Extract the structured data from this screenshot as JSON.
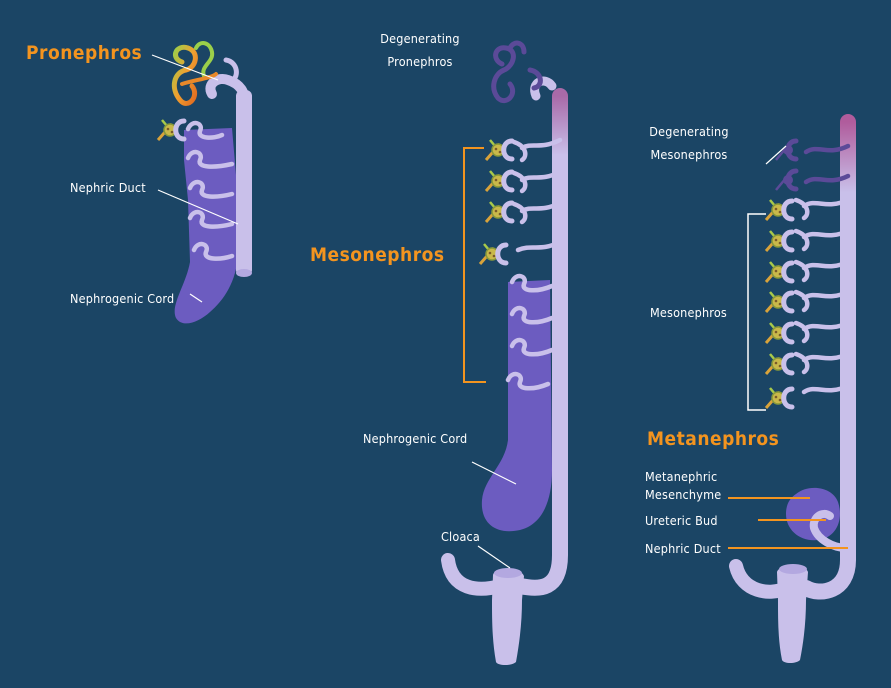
{
  "colors": {
    "background": "#1b4565",
    "duct": "#c9c0ea",
    "duct_edge": "#9f92d6",
    "cord": "#6c5cc0",
    "degenerating": "#5b4a98",
    "orange": "#f3941f",
    "label": "#ffffff"
  },
  "panel1": {
    "title": "Pronephros",
    "nephric_duct": "Nephric Duct",
    "nephrogenic_cord": "Nephrogenic Cord"
  },
  "panel2": {
    "degenerating_line1": "Degenerating",
    "degenerating_line2": "Pronephros",
    "title": "Mesonephros",
    "nephrogenic_cord": "Nephrogenic Cord",
    "cloaca": "Cloaca"
  },
  "panel3": {
    "degenerating_line1": "Degenerating",
    "degenerating_line2": "Mesonephros",
    "mesonephros": "Mesonephros",
    "title": "Metanephros",
    "metanephric_line1": "Metanephric",
    "metanephric_line2": "Mesenchyme",
    "ureteric_bud": "Ureteric Bud",
    "nephric_duct": "Nephric Duct"
  }
}
